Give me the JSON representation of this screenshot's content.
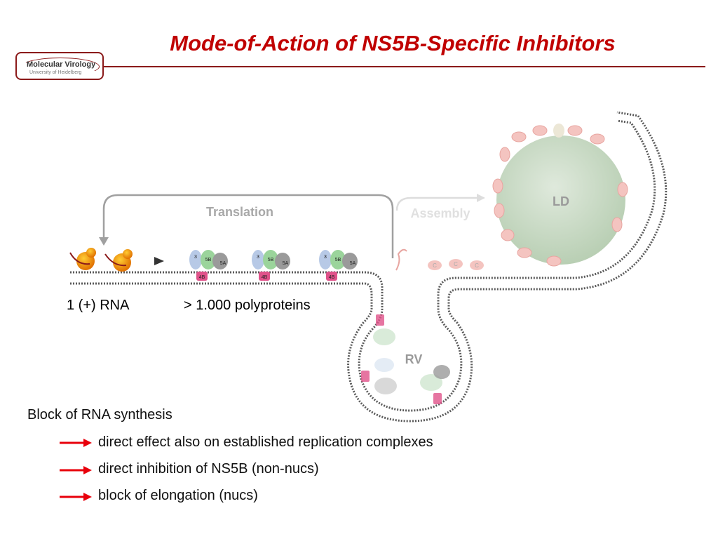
{
  "header": {
    "title": "Mode-of-Action of NS5B-Specific Inhibitors",
    "logo_line1": "Molecular Virology",
    "logo_line2": "University of Heidelberg"
  },
  "diagram": {
    "translation_label": "Translation",
    "assembly_label": "Assembly",
    "ld_label": "LD",
    "rv_label": "RV",
    "rna_label": "1 (+) RNA",
    "polyproteins_label": "> 1.000 polyproteins",
    "protein_3": "3",
    "protein_5b": "5B",
    "protein_5a": "5A",
    "protein_4b": "4B",
    "core_label": "C"
  },
  "content": {
    "heading": "Block of RNA synthesis",
    "bullets": [
      "direct effect also on established replication complexes",
      "direct inhibition of NS5B (non-nucs)",
      "block of elongation (nucs)"
    ]
  },
  "colors": {
    "title": "#c00000",
    "arrow": "#e8000b",
    "ld_fill": "#c9dcc6",
    "membrane": "#555555"
  }
}
